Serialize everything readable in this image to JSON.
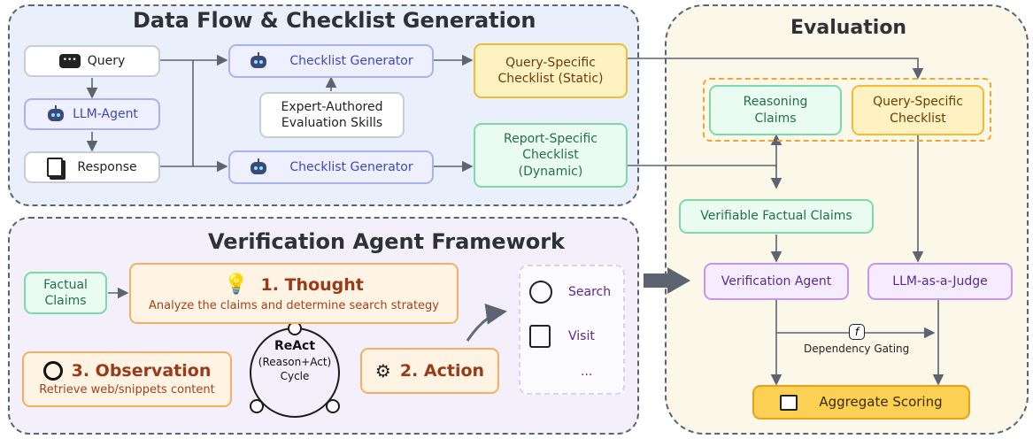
{
  "panels": {
    "dataflow": "Data Flow & Checklist Generation",
    "verification": "Verification Agent Framework",
    "evaluation": "Evaluation"
  },
  "dataflow": {
    "query": "Query",
    "llm_agent": "LLM-Agent",
    "response": "Response",
    "checklist_gen_top": "Checklist Generator",
    "checklist_gen_bottom": "Checklist Generator",
    "expert_skills": [
      "Expert-Authored",
      "Evaluation Skills"
    ],
    "query_specific_static": [
      "Query-Specific",
      "Checklist (Static)"
    ],
    "report_specific_dynamic": [
      "Report-Specific",
      "Checklist",
      "(Dynamic)"
    ]
  },
  "verification": {
    "factual_claims": [
      "Factual",
      "Claims"
    ],
    "thought_title": "1. Thought",
    "thought_desc": "Analyze the claims and determine search strategy",
    "action_title": "2. Action",
    "observation_title": "3. Observation",
    "observation_desc": "Retrieve web/snippets content",
    "react_title": "ReAct",
    "react_sub": "(Reason+Act)",
    "react_cycle": "Cycle",
    "tools": [
      "Search",
      "Visit",
      "..."
    ]
  },
  "evaluation": {
    "reasoning_claims": [
      "Reasoning",
      "Claims"
    ],
    "query_specific_checklist": [
      "Query-Specific",
      "Checklist"
    ],
    "verifiable_claims": "Verifiable Factual Claims",
    "verification_agent": "Verification Agent",
    "llm_judge": "LLM-as-a-Judge",
    "dependency_gating": "Dependency Gating",
    "gating_symbol": "f",
    "aggregate_scoring": "Aggregate Scoring"
  },
  "colors": {
    "blue": "#a7b2ef",
    "yellow": "#f2bb34",
    "green": "#7ed9a9",
    "purple": "#c595f2",
    "orange": "#f5ae63",
    "arrow": "#5b6470"
  }
}
